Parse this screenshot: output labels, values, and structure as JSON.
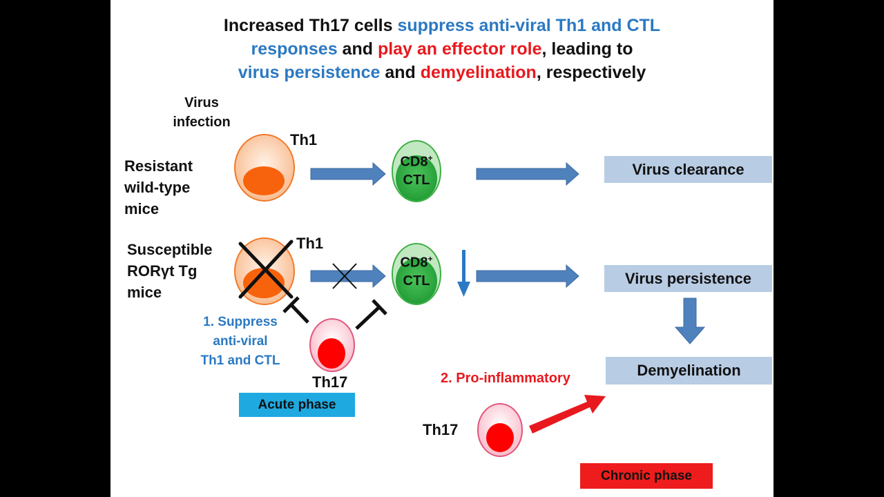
{
  "title": {
    "l1a": "Increased Th17 cells ",
    "l1b": "suppress anti-viral Th1 and CTL",
    "l2a": "responses",
    "l2b": " and ",
    "l2c": "play an effector role",
    "l2d": ", leading to",
    "l3a": "virus persistence",
    "l3b": " and ",
    "l3c": "demyelination",
    "l3d": ", respectively"
  },
  "labels": {
    "virus_infection": [
      "Virus",
      "infection"
    ],
    "resistant": [
      "Resistant",
      "wild-type",
      "mice"
    ],
    "susceptible": [
      "Susceptible",
      "RORγt Tg",
      "mice"
    ],
    "th1_top": "Th1",
    "th1_bottom": "Th1",
    "th17_acute": "Th17",
    "th17_chronic": "Th17",
    "cd8": "CD8",
    "cd8_sup": "+",
    "cd8_bottom": "CD8",
    "ctl": "CTL",
    "ctl_bottom": "CTL",
    "suppress": [
      "1. Suppress",
      "anti-viral",
      "Th1 and CTL"
    ],
    "pro_inflammatory": "2. Pro-inflammatory"
  },
  "outcomes": {
    "virus_clearance": "Virus clearance",
    "virus_persistence": "Virus persistence",
    "demyelination": "Demyelination"
  },
  "phases": {
    "acute": "Acute phase",
    "chronic": "Chronic phase"
  },
  "colors": {
    "blue_text": "#2b79c2",
    "red_text": "#e8191e",
    "box_fill": "#b8cce4",
    "arrow_blue": "#4f81bd",
    "acute_fill": "#1ea9e1",
    "chronic_fill": "#ee1c1c",
    "th1_cell": "#fbd5b5",
    "th1_nucleus": "#f7630c",
    "ctl_cell": "#3cb043",
    "th17_cell": "#fde1e8",
    "th17_nucleus": "#ff0000"
  }
}
